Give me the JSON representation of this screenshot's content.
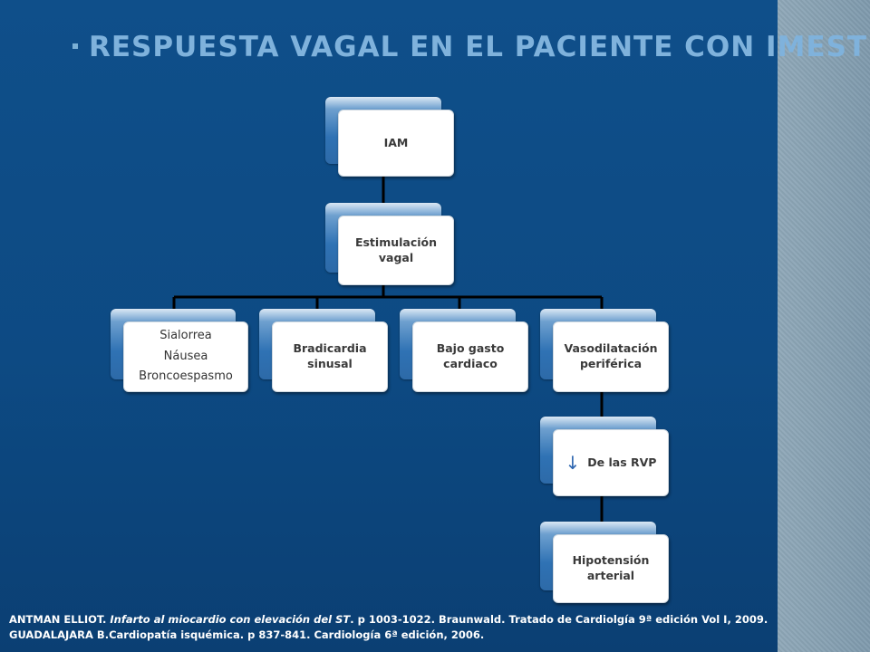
{
  "title": "Respuesta vagal en el paciente con IMEST",
  "nodes": {
    "iam": "IAM",
    "estimulacion": "Estimulación vagal",
    "sialorrea": [
      "Sialorrea",
      "Náusea",
      "Broncoespasmo"
    ],
    "bradicardia": "Bradicardia sinusal",
    "bajo_gasto": "Bajo gasto cardiaco",
    "vasodilatacion": "Vasodilatación periférica",
    "rvp_arrow": "↓",
    "rvp": "De las RVP",
    "hipotension": "Hipotensión arterial"
  },
  "references": {
    "line1_a": "ANTMAN ELLIOT. ",
    "line1_italic": "Infarto al miocardio con elevación del ST",
    "line1_b": ". p 1003-1022. Braunwald. Tratado de Cardiolgía 9ª edición Vol I, 2009.",
    "line2": "GUADALAJARA B.Cardiopatía isquémica. p 837-841. Cardiología 6ª edición, 2006."
  },
  "colors": {
    "background": "#0d4a83",
    "title": "#7fb2dc",
    "node_fill": "#ffffff",
    "node_tab": "#2f72b4"
  }
}
